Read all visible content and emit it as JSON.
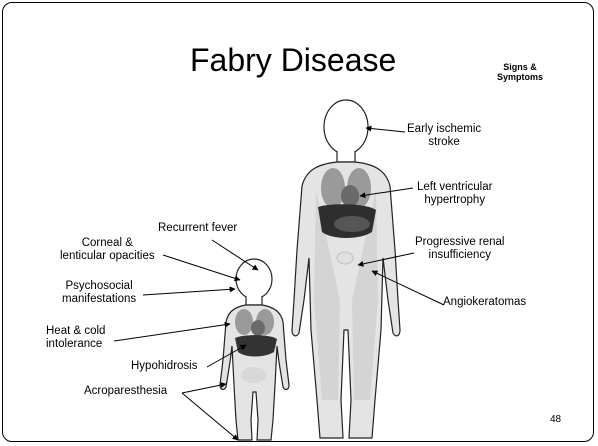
{
  "slide": {
    "title": "Fabry Disease",
    "subtitle_line1": "Signs &",
    "subtitle_line2": "Symptoms",
    "page_number": "48"
  },
  "adult_labels": {
    "stroke_line1": "Early ischemic",
    "stroke_line2": "stroke",
    "lvh_line1": "Left ventricular",
    "lvh_line2": "hypertrophy",
    "renal_line1": "Progressive renal",
    "renal_line2": "insufficiency",
    "angiokeratomas": "Angiokeratomas"
  },
  "child_labels": {
    "fever": "Recurrent fever",
    "corneal_line1": "Corneal &",
    "corneal_line2": "lenticular opacities",
    "psycho_line1": "Psychosocial",
    "psycho_line2": "manifestations",
    "heat_line1": "Heat & cold",
    "heat_line2": "intolerance",
    "hypohidrosis": "Hypohidrosis",
    "acroparesthesia": "Acroparesthesia"
  }
}
